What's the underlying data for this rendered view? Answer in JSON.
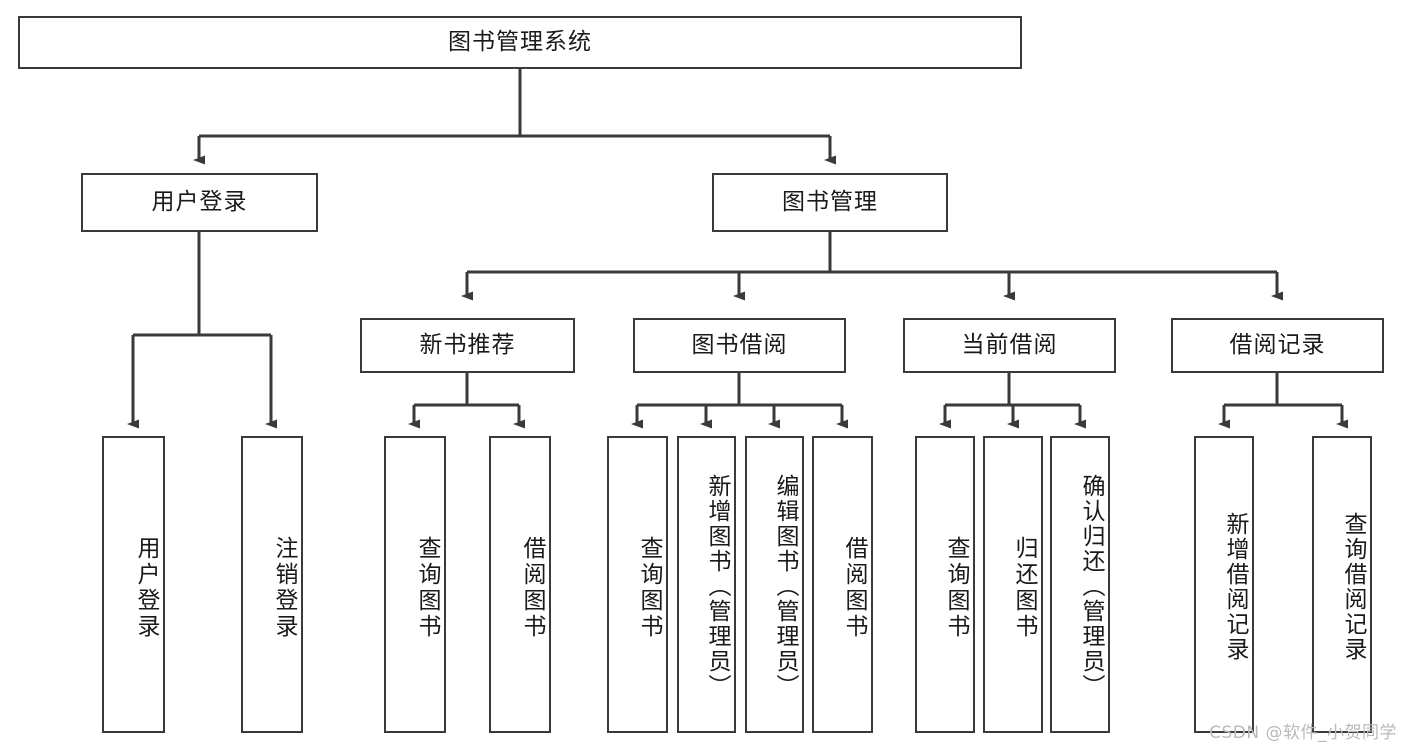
{
  "diagram": {
    "title": "图书管理系统",
    "type": "hierarchy-tree",
    "root": {
      "label": "图书管理系统"
    },
    "level2": [
      {
        "label": "用户登录"
      },
      {
        "label": "图书管理"
      }
    ],
    "level3": [
      {
        "label": "新书推荐"
      },
      {
        "label": "图书借阅"
      },
      {
        "label": "当前借阅"
      },
      {
        "label": "借阅记录"
      }
    ],
    "leaves": {
      "user_login": [
        {
          "label": "用户登录"
        },
        {
          "label": "注销登录"
        }
      ],
      "new_book_recommend": [
        {
          "label": "查询图书"
        },
        {
          "label": "借阅图书"
        }
      ],
      "book_borrow": [
        {
          "label": "查询图书"
        },
        {
          "label": "新增图书（管理员）"
        },
        {
          "label": "编辑图书（管理员）"
        },
        {
          "label": "借阅图书"
        }
      ],
      "current_borrow": [
        {
          "label": "查询图书"
        },
        {
          "label": "归还图书"
        },
        {
          "label": "确认归还（管理员）"
        }
      ],
      "borrow_record": [
        {
          "label": "新增借阅记录"
        },
        {
          "label": "查询借阅记录"
        }
      ]
    }
  },
  "watermark": {
    "text": "CSDN @软件_小贺同学"
  },
  "colors": {
    "box_border": "#3a3a3a",
    "line": "#3a3a3a",
    "text": "#1a1a1a",
    "background": "#ffffff",
    "watermark": "#b9b9b9"
  }
}
